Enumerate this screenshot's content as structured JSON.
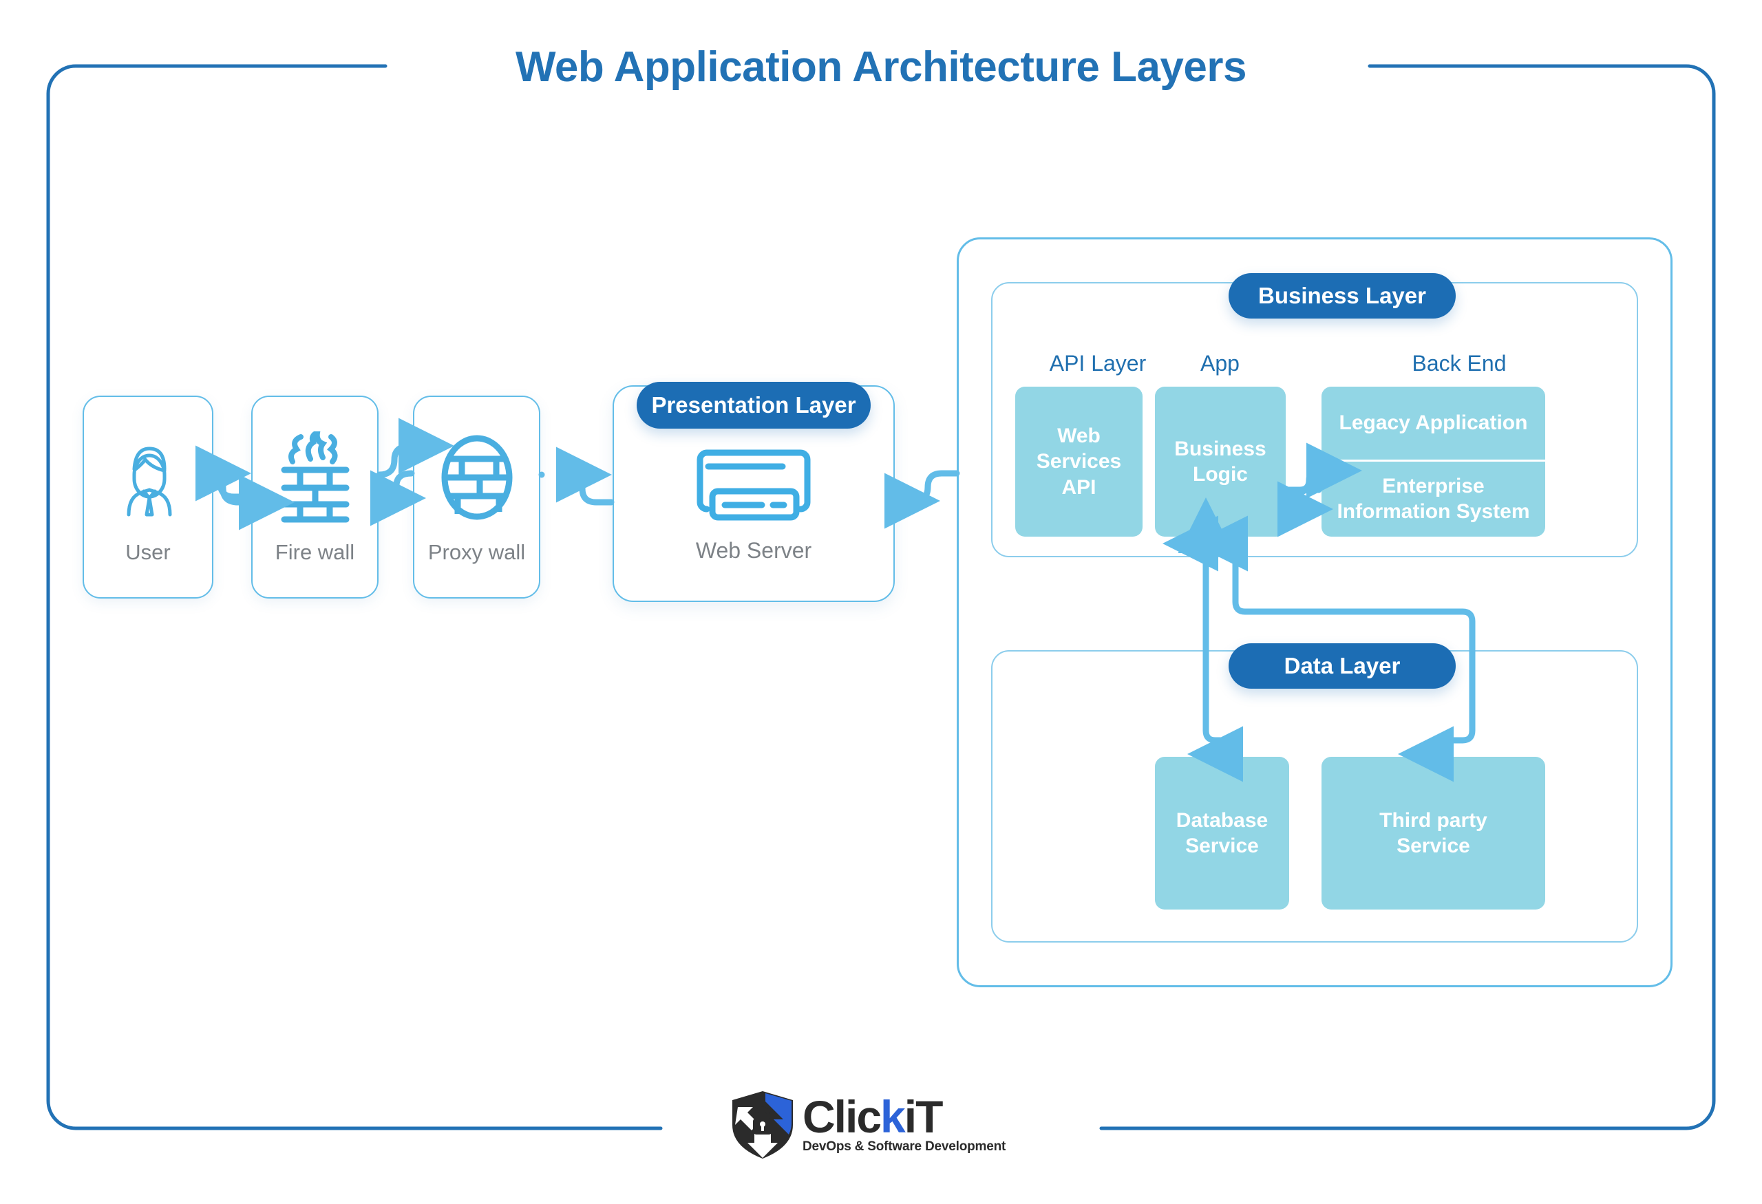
{
  "title": "Web Application Architecture Layers",
  "colors": {
    "title_blue": "#2272B5",
    "badge_blue": "#1C6DB4",
    "card_border": "#63BDE8",
    "service_fill": "#92D6E5",
    "label_gray": "#7D8287",
    "column_label_blue": "#1F6FAF",
    "wire_blue": "#62BCE8"
  },
  "flow_nodes": [
    {
      "label": "User",
      "icon": "user-icon"
    },
    {
      "label": "Fire wall",
      "icon": "firewall-icon"
    },
    {
      "label": "Proxy wall",
      "icon": "proxy-wall-icon"
    }
  ],
  "presentation": {
    "badge": "Presentation Layer",
    "node_label": "Web Server",
    "icon": "web-server-icon"
  },
  "business": {
    "badge": "Business Layer",
    "columns": [
      {
        "label": "API Layer"
      },
      {
        "label": "App"
      },
      {
        "label": "Back End"
      }
    ],
    "services": {
      "api": "Web\nServices\nAPI",
      "api_lines": [
        "Web",
        "Services",
        "API"
      ],
      "app_lines": [
        "Business",
        "Logic"
      ],
      "backend_top": "Legacy Application",
      "backend_bottom_lines": [
        "Enterprise",
        "Information System"
      ]
    }
  },
  "data_layer": {
    "badge": "Data Layer",
    "services": [
      {
        "lines": [
          "Database",
          "Service"
        ]
      },
      {
        "lines": [
          "Third party",
          "Service"
        ]
      }
    ]
  },
  "logo": {
    "word_a": "Clic",
    "word_k": "k",
    "word_b": "iT",
    "tagline": "DevOps & Software Development",
    "mark": "shield-lock-icon"
  }
}
